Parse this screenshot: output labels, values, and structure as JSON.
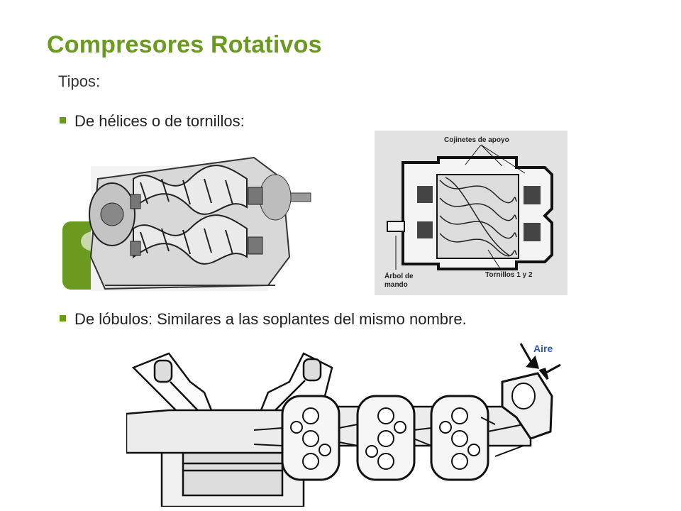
{
  "slide": {
    "title": "Compresores Rotativos",
    "subtitle": "Tipos:",
    "bullets": [
      {
        "text": "De hélices o de tornillos:"
      },
      {
        "text": "De lóbulos: Similares a las soplantes del mismo nombre."
      }
    ]
  },
  "figures": {
    "screw_section": {
      "label_bearings": "Cojinetes de apoyo",
      "label_shaft_1": "Árbol de",
      "label_shaft_2": "mando",
      "label_screws": "Tornillos 1 y 2"
    },
    "lobe_diagram": {
      "label_air": "Aire"
    }
  },
  "colors": {
    "accent": "#6a9a1f",
    "air_label": "#2d58b8"
  },
  "icons": {
    "bullet": "green-square-bullet-icon"
  }
}
